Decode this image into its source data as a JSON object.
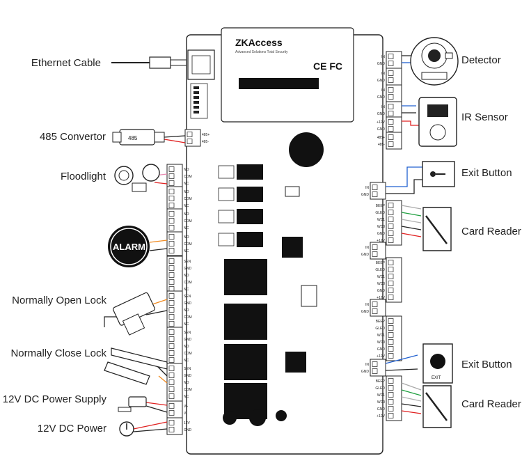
{
  "labels": {
    "ethernet_cable": "Ethernet Cable",
    "convertor_485": "485 Convertor",
    "floodlight": "Floodlight",
    "alarm": "ALARM",
    "normally_open_lock": "Normally Open Lock",
    "normally_close_lock": "Normally Close Lock",
    "dc_power_supply": "12V DC Power Supply",
    "dc_power": "12V DC Power",
    "detector": "Detector",
    "ir_sensor": "IR Sensor",
    "exit_button_top": "Exit Button",
    "card_reader_top": "Card Reader",
    "exit_button_bottom": "Exit Button",
    "card_reader_bottom": "Card Reader"
  },
  "board": {
    "brand": "ZKAccess",
    "brand_sub": "Advanced Solutions Total Security",
    "certs": "CE FC",
    "convertor_tag": "485",
    "exit_tag": "EXIT",
    "relay_terms": [
      "NO",
      "COM",
      "NC"
    ],
    "lock_terms": [
      "SEN",
      "GND",
      "NO",
      "COM",
      "NC"
    ],
    "aux_terms": [
      "IN",
      "GND"
    ],
    "rs485_terms": [
      "485+",
      "485-"
    ],
    "exit_terms": [
      "+12V",
      "GND"
    ],
    "reader_terms": [
      "BEEP",
      "GLED",
      "WD1",
      "WD0",
      "GND",
      "+12V"
    ],
    "power_terms": [
      "12V",
      "GND"
    ]
  },
  "colors": {
    "wire_red": "#e02020",
    "wire_blue": "#2060d0",
    "wire_green": "#20a040",
    "wire_orange": "#f08a20",
    "wire_pink": "#e88ab0",
    "wire_black": "#222222"
  }
}
